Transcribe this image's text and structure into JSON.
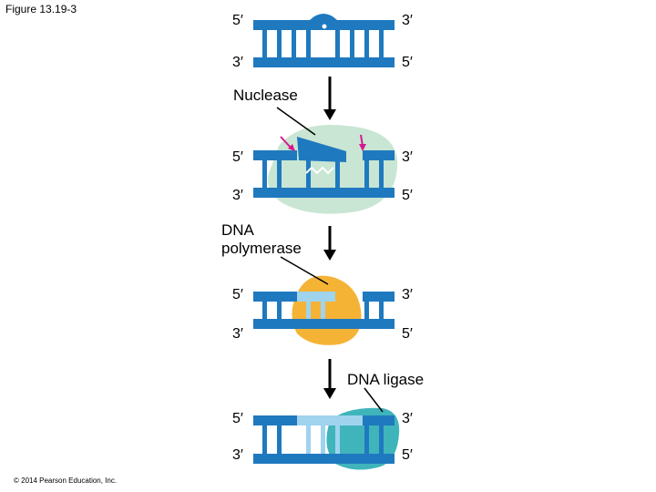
{
  "figure_label": "Figure 13.19-3",
  "copyright": "© 2014 Pearson Education, Inc.",
  "colors": {
    "strand": "#1f79bf",
    "strand_light": "#9fd3ee",
    "nuclease_blob": "#c8e6d3",
    "polymerase_blob": "#f5b335",
    "ligase_blob": "#3fb4bb",
    "arrow_magenta": "#d6188f",
    "dimer": "#ffffff"
  },
  "panels": [
    {
      "top_left": "5′",
      "top_right": "3′",
      "bottom_left": "3′",
      "bottom_right": "5′"
    },
    {
      "top_left": "5′",
      "top_right": "3′",
      "bottom_left": "3′",
      "bottom_right": "5′"
    },
    {
      "top_left": "5′",
      "top_right": "3′",
      "bottom_left": "3′",
      "bottom_right": "5′"
    },
    {
      "top_left": "5′",
      "top_right": "3′",
      "bottom_left": "3′",
      "bottom_right": "5′"
    }
  ],
  "enzymes": {
    "nuclease": "Nuclease",
    "polymerase_line1": "DNA",
    "polymerase_line2": "polymerase",
    "ligase": "DNA ligase"
  }
}
